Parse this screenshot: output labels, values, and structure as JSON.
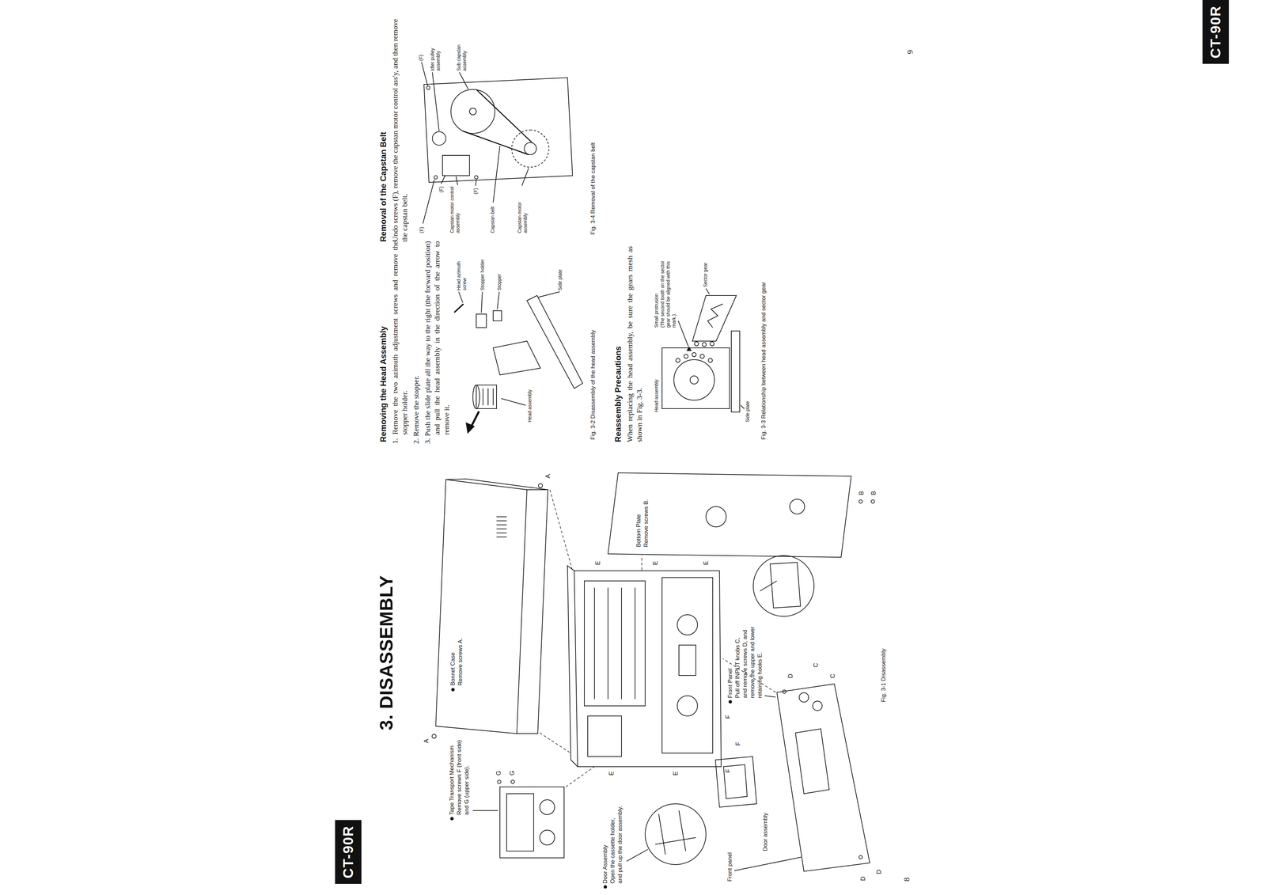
{
  "diagram": {
    "title": "3. DISASSEMBLY",
    "nodes": [
      {
        "text": [
          "CT-90R"
        ]
      },
      {
        "text": [
          "CT-90R"
        ]
      }
    ],
    "labels": [
      "Bonnet Case",
      "Remove screws A.",
      "A",
      "A",
      "Tape Transport Mechanism",
      "Remove screws F (front side)",
      "and G (upper side).",
      "Door Assembly",
      "Open the cassette holder,",
      "and pull up the door assembly.",
      "Front Panel",
      "Pull off INPUT knobs C,",
      "and remove screws D, and",
      "remove the upper and lower",
      "retaining hooks E.",
      "Bottom Plate",
      "Remove screws B.",
      "Front panel",
      "Door assembly",
      "G",
      "G",
      "F",
      "F",
      "F",
      "E",
      "E",
      "E",
      "E",
      "E",
      "C",
      "C",
      "D",
      "D",
      "D",
      "B",
      "B",
      "Fig. 3-1 Disassembly",
      "Removing the Head Assembly",
      "1. Remove the two azimuth adjustment screws and remove the stopper holder.",
      "2. Remove the stopper.",
      "3. Push the slide plate all the way to the right (the forward position) and pull the head assembly in the direction of the arrow to remove it.",
      "Head azimuth screw",
      "Stopper holder",
      "Stopper",
      "Head assembly",
      "Side plate",
      "Fig. 3-2 Disassembly of the head assembly",
      "Reassembly Precautions",
      "When replacing the head assembly, be sure the gears mesh as shown in Fig. 3-3.",
      "Head assembly",
      "Small protrusion",
      "(The second tooth on the sector gear should be aligned with this mark.)",
      "Sector gear",
      "Side plate",
      "Fig. 3-3 Relationship between head assembly and sector gear",
      "Removal of the Capstan Belt",
      "Undo screws (F), remove the capstan motor control ass'y, and then remove the capstan belt.",
      "(F)",
      "(F)",
      "(F)",
      "(F)",
      "Capstan motor control assembly",
      "Idler pulley assembly",
      "Sub capstan assembly",
      "Capstan belt",
      "Capstan motor assembly",
      "Fig. 3-4 Removal of the capstan belt",
      "8",
      "9"
    ]
  }
}
